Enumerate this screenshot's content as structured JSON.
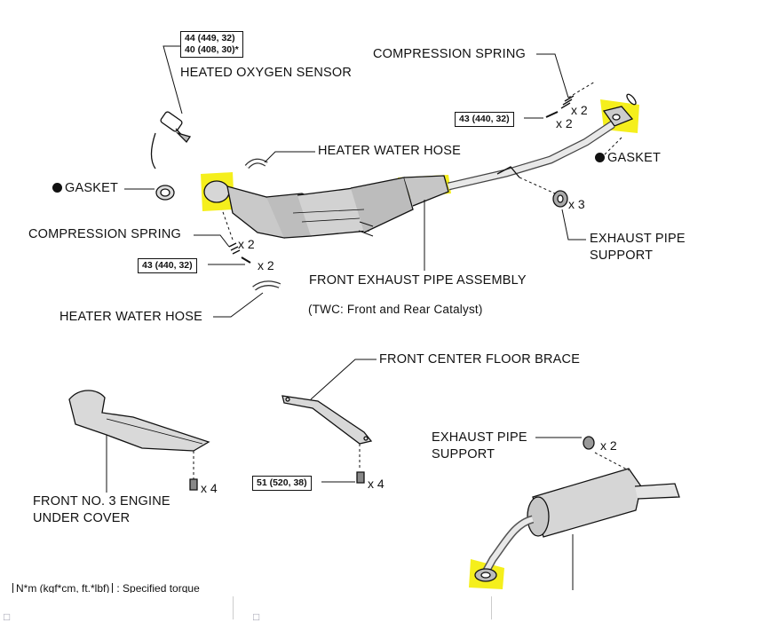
{
  "labels": {
    "torque_sensor_1": "44 (449, 32)",
    "torque_sensor_2": "40 (408, 30)*",
    "heated_oxygen_sensor": "HEATED OXYGEN SENSOR",
    "compression_spring_top": "COMPRESSION SPRING",
    "torque_rear_flange": "43 (440, 32)",
    "mult_spring_top": "x 2",
    "mult_bolt_top": "x 2",
    "heater_water_hose_top": "HEATER WATER HOSE",
    "gasket_right": "GASKET",
    "gasket_left": "GASKET",
    "mult_support_top": "x 3",
    "compression_spring_left": "COMPRESSION SPRING",
    "mult_spring_left": "x 2",
    "torque_front_flange": "43 (440, 32)",
    "mult_bolt_left": "x 2",
    "exhaust_pipe_support_top_1": "EXHAUST PIPE",
    "exhaust_pipe_support_top_2": "SUPPORT",
    "front_exhaust_pipe_assembly": "FRONT EXHAUST PIPE ASSEMBLY",
    "heater_water_hose_bottom": "HEATER WATER HOSE",
    "twc_note": "(TWC: Front and Rear Catalyst)",
    "front_center_floor_brace": "FRONT CENTER FLOOR BRACE",
    "exhaust_pipe_support_bottom_1": "EXHAUST PIPE",
    "exhaust_pipe_support_bottom_2": "SUPPORT",
    "mult_support_bottom": "x 2",
    "torque_brace": "51 (520, 38)",
    "mult_brace": "x 4",
    "mult_cover": "x 4",
    "under_cover_1": "FRONT NO. 3 ENGINE",
    "under_cover_2": "UNDER COVER"
  },
  "legend": {
    "unit_box": "N*m (kgf*cm, ft.*lbf)",
    "unit_desc": ": Specified torque"
  },
  "colors": {
    "highlight": "#f5ef1c",
    "line": "#111111"
  }
}
